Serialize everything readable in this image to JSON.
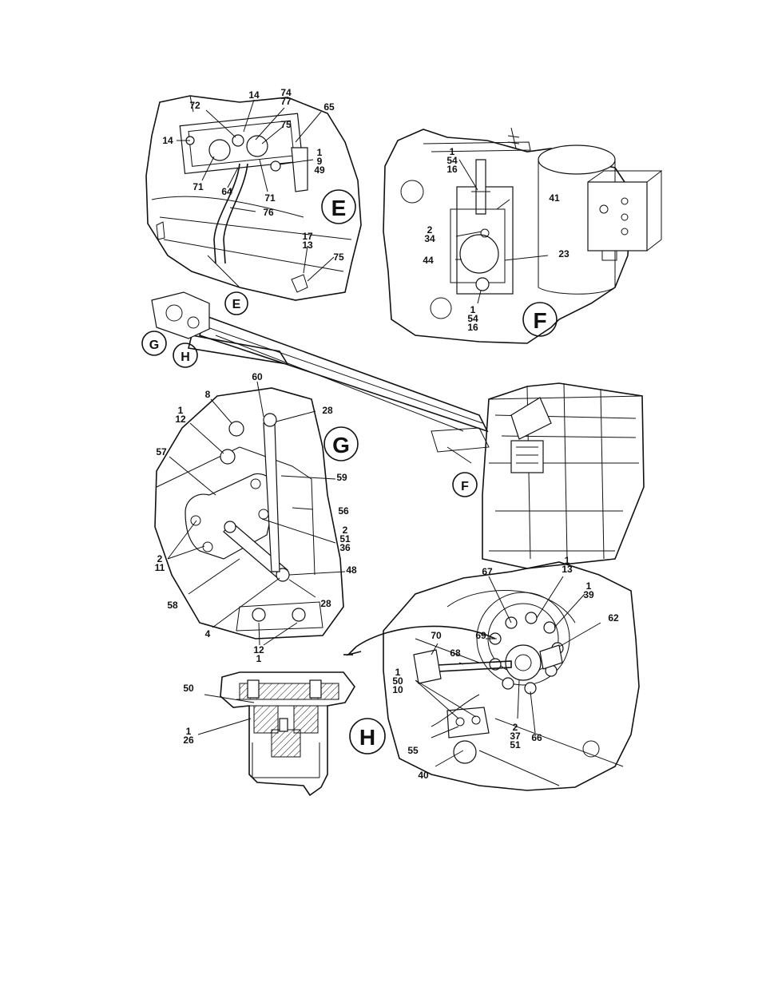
{
  "views": {
    "E": {
      "badge": "E",
      "callouts": [
        {
          "id": "e14a",
          "lines": [
            "14"
          ]
        },
        {
          "id": "e74",
          "lines": [
            "74",
            "77"
          ]
        },
        {
          "id": "e72",
          "lines": [
            "72"
          ]
        },
        {
          "id": "e65",
          "lines": [
            "65"
          ]
        },
        {
          "id": "e14b",
          "lines": [
            "14"
          ]
        },
        {
          "id": "e75a",
          "lines": [
            "75"
          ]
        },
        {
          "id": "e1",
          "lines": [
            "1",
            "9",
            "49"
          ]
        },
        {
          "id": "e71a",
          "lines": [
            "71"
          ]
        },
        {
          "id": "e64",
          "lines": [
            "64"
          ]
        },
        {
          "id": "e71b",
          "lines": [
            "71"
          ]
        },
        {
          "id": "e76",
          "lines": [
            "76"
          ]
        },
        {
          "id": "e17",
          "lines": [
            "17",
            "13"
          ]
        },
        {
          "id": "e75b",
          "lines": [
            "75"
          ]
        }
      ]
    },
    "F": {
      "badge": "F",
      "callouts": [
        {
          "id": "f1a",
          "lines": [
            "1",
            "54",
            "16"
          ]
        },
        {
          "id": "f41",
          "lines": [
            "41"
          ]
        },
        {
          "id": "f2",
          "lines": [
            "2",
            "34"
          ]
        },
        {
          "id": "f44",
          "lines": [
            "44"
          ]
        },
        {
          "id": "f23",
          "lines": [
            "23"
          ]
        },
        {
          "id": "f1b",
          "lines": [
            "1",
            "54",
            "16"
          ]
        }
      ]
    },
    "G": {
      "badge": "G",
      "callouts": [
        {
          "id": "g60",
          "lines": [
            "60"
          ]
        },
        {
          "id": "g8",
          "lines": [
            "8"
          ]
        },
        {
          "id": "g28a",
          "lines": [
            "28"
          ]
        },
        {
          "id": "g1",
          "lines": [
            "1",
            "12"
          ]
        },
        {
          "id": "g57",
          "lines": [
            "57"
          ]
        },
        {
          "id": "g59",
          "lines": [
            "59"
          ]
        },
        {
          "id": "g56",
          "lines": [
            "56"
          ]
        },
        {
          "id": "g2a",
          "lines": [
            "2",
            "51",
            "36"
          ]
        },
        {
          "id": "g2b",
          "lines": [
            "2",
            "11"
          ]
        },
        {
          "id": "g48",
          "lines": [
            "48"
          ]
        },
        {
          "id": "g58",
          "lines": [
            "58"
          ]
        },
        {
          "id": "g28b",
          "lines": [
            "28"
          ]
        },
        {
          "id": "g4",
          "lines": [
            "4"
          ]
        },
        {
          "id": "g12",
          "lines": [
            "12",
            "1"
          ]
        }
      ]
    },
    "H": {
      "badge": "H",
      "callouts": [
        {
          "id": "h50",
          "lines": [
            "50"
          ]
        },
        {
          "id": "h1a",
          "lines": [
            "1",
            "26"
          ]
        },
        {
          "id": "h67",
          "lines": [
            "67"
          ]
        },
        {
          "id": "h1b",
          "lines": [
            "1",
            "13"
          ]
        },
        {
          "id": "h1c",
          "lines": [
            "1",
            "39"
          ]
        },
        {
          "id": "h62",
          "lines": [
            "62"
          ]
        },
        {
          "id": "h70",
          "lines": [
            "70"
          ]
        },
        {
          "id": "h69",
          "lines": [
            "69"
          ]
        },
        {
          "id": "h68",
          "lines": [
            "68"
          ]
        },
        {
          "id": "h1d",
          "lines": [
            "1",
            "50",
            "10"
          ]
        },
        {
          "id": "h2",
          "lines": [
            "2",
            "37",
            "51"
          ]
        },
        {
          "id": "h66",
          "lines": [
            "66"
          ]
        },
        {
          "id": "h55",
          "lines": [
            "55"
          ]
        },
        {
          "id": "h40",
          "lines": [
            "40"
          ]
        }
      ]
    },
    "overview": {
      "markers": [
        {
          "id": "ovE",
          "text": "E"
        },
        {
          "id": "ovG",
          "text": "G"
        },
        {
          "id": "ovH",
          "text": "H"
        },
        {
          "id": "ovF",
          "text": "F"
        }
      ]
    }
  }
}
